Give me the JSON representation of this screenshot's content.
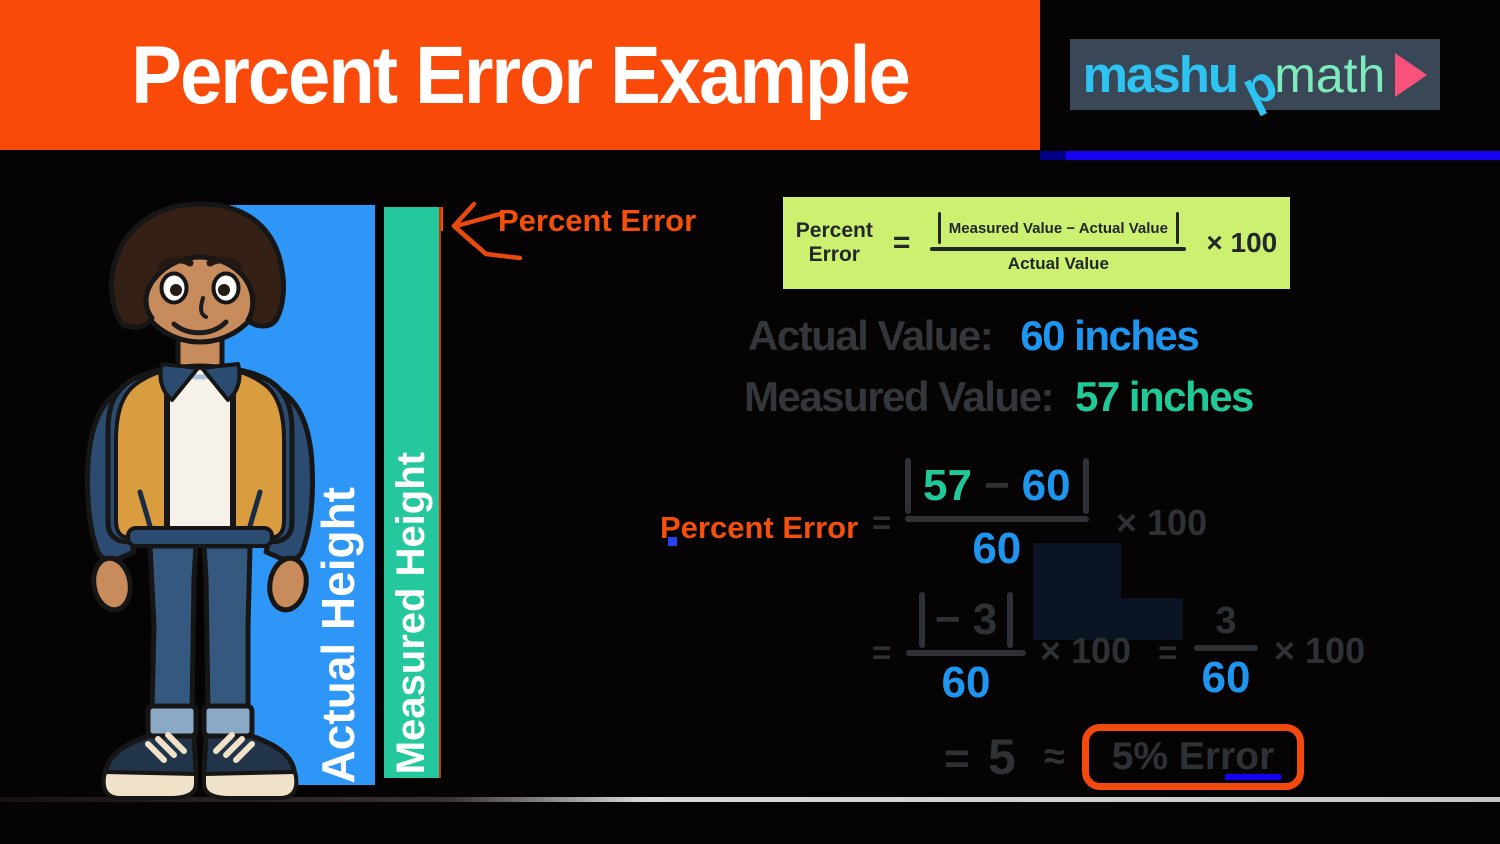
{
  "header": {
    "title": "Percent Error Example"
  },
  "logo": {
    "mashup": "mashu",
    "p": "p",
    "math": "math",
    "play_icon": "play-triangle"
  },
  "bars": {
    "actual_label": "Actual Height",
    "measured_label": "Measured Height"
  },
  "pointer": {
    "label": "Percent Error"
  },
  "formula_box": {
    "lhs_line1": "Percent",
    "lhs_line2": "Error",
    "equals": "=",
    "numerator": "Measured Value − Actual Value",
    "denominator": "Actual Value",
    "multiplier": "× 100"
  },
  "values": {
    "actual_label": "Actual Value:",
    "actual_value": "60 inches",
    "measured_label": "Measured Value:",
    "measured_value": "57 inches"
  },
  "work": {
    "line1": {
      "label": "Percent Error",
      "equals": "=",
      "minuend": "57",
      "minus": "−",
      "subtrahend": "60",
      "denominator": "60",
      "multiplier": "× 100"
    },
    "line2": {
      "equals_a": "=",
      "numerator_a": "− 3",
      "denominator_a": "60",
      "multiplier_a": "× 100",
      "equals_b": "=",
      "numerator_b": "3",
      "denominator_b": "60",
      "multiplier_b": "× 100"
    },
    "line3": {
      "equals": "=",
      "value": "5",
      "approx": "≈",
      "result": "5% Error"
    }
  },
  "colors": {
    "banner_orange": "#FA4A0A",
    "actual_blue": "#2E96F6",
    "measured_teal": "#25C79D",
    "formula_bg": "#CCF170",
    "accent_orange": "#F4500C",
    "value_blue": "#1E96F0",
    "value_teal": "#1FC998",
    "logo_bg": "#3A4757",
    "logo_cyan": "#2EC4F2",
    "logo_mint": "#7DEBBD",
    "logo_pink": "#F8527B"
  }
}
